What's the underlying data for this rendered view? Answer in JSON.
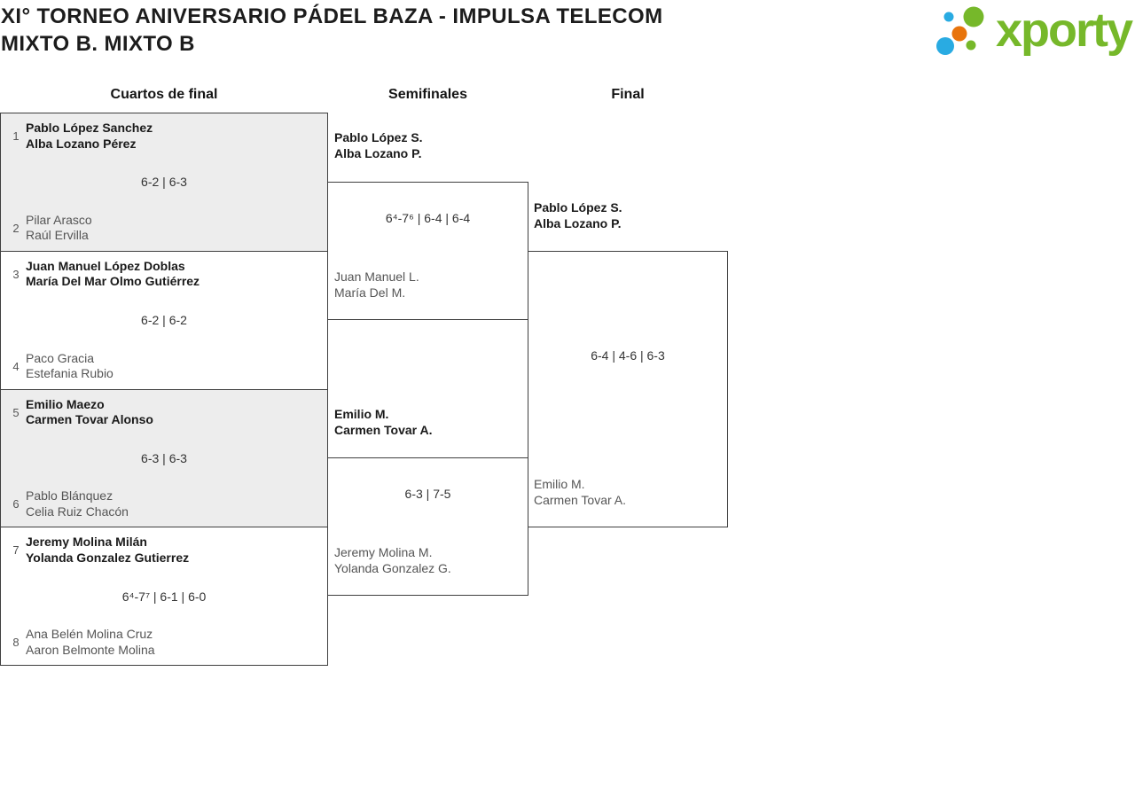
{
  "header": {
    "title_line1": "XI° TORNEO ANIVERSARIO PÁDEL BAZA - IMPULSA TELECOM",
    "title_line2": "MIXTO B. MIXTO B",
    "logo_text": "xporty"
  },
  "icons": {
    "logo_dots": "xporty-dots-icon"
  },
  "colors": {
    "brand_green": "#76b82a",
    "brand_blue": "#29abe2",
    "brand_orange": "#e8740c",
    "winner_text": "#1a1a1a",
    "loser_text": "#555555",
    "box_gray_background": "#ededed",
    "border": "#3f3f3f"
  },
  "rounds": {
    "quarterfinals_label": "Cuartos de final",
    "semifinals_label": "Semifinales",
    "final_label": "Final"
  },
  "quarterfinals": [
    {
      "seed_top": "1",
      "top_line1": "Pablo López Sanchez",
      "top_line2": "Alba Lozano Pérez",
      "score": "6-2 | 6-3",
      "seed_bottom": "2",
      "bottom_line1": "Pilar Arasco",
      "bottom_line2": "Raúl Ervilla"
    },
    {
      "seed_top": "3",
      "top_line1": "Juan Manuel López Doblas",
      "top_line2": "María Del Mar Olmo Gutiérrez",
      "score": "6-2 | 6-2",
      "seed_bottom": "4",
      "bottom_line1": "Paco Gracia",
      "bottom_line2": "Estefania Rubio"
    },
    {
      "seed_top": "5",
      "top_line1": "Emilio Maezo",
      "top_line2": "Carmen Tovar Alonso",
      "score": "6-3 | 6-3",
      "seed_bottom": "6",
      "bottom_line1": "Pablo Blánquez",
      "bottom_line2": "Celia Ruiz Chacón"
    },
    {
      "seed_top": "7",
      "top_line1": "Jeremy Molina Milán",
      "top_line2": "Yolanda Gonzalez Gutierrez",
      "score": "6⁴-7⁷ | 6-1 | 6-0",
      "seed_bottom": "8",
      "bottom_line1": "Ana Belén Molina Cruz",
      "bottom_line2": "Aaron Belmonte Molina"
    }
  ],
  "semifinals": [
    {
      "winner_line1": "Pablo López S.",
      "winner_line2": "Alba Lozano P.",
      "score": "6⁴-7⁶ | 6-4 | 6-4",
      "loser_line1": "Juan Manuel L.",
      "loser_line2": "María Del M."
    },
    {
      "winner_line1": "Emilio M.",
      "winner_line2": "Carmen Tovar A.",
      "score": "6-3 | 7-5",
      "loser_line1": "Jeremy Molina M.",
      "loser_line2": "Yolanda Gonzalez G."
    }
  ],
  "final": {
    "winner_line1": "Pablo López S.",
    "winner_line2": "Alba Lozano P.",
    "score": "6-4 | 4-6 | 6-3",
    "loser_line1": "Emilio M.",
    "loser_line2": "Carmen Tovar A."
  }
}
